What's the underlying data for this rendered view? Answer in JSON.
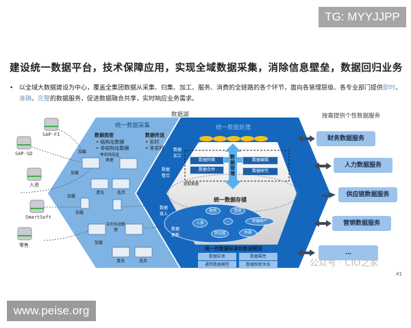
{
  "watermark_top": "TG: MYYJJPP",
  "watermark_bottom": "www.peise.org",
  "watermark_wechat": "公众号 · CIO之家",
  "page_number": "41",
  "title": "建设统一数据平台，技术保障应用，实现全域数据采集，消除信息壁垒，数据回归业务",
  "description": {
    "bullet": "•",
    "part1": "以全域大数据建设为中心，覆盖全集团数据从采集、归集、加工、服务、消费的全链路的各个环节，面向各管理层级、各专业部门提供",
    "hl1": "即时",
    "sep1": "、",
    "hl2": "准确",
    "sep2": "、",
    "hl3": "完整",
    "part2": "的数据服务，促进数据融合共享，实时响应业务需求。"
  },
  "colors": {
    "light_hex": "#7fb3e3",
    "dark_hex": "#1467bd",
    "service_box": "#9cc3ec"
  },
  "diagram": {
    "lake_label": "数据湖",
    "sources": [
      "SAP-FI",
      "SAP-SD",
      "人资",
      "SmartSoft",
      "零售"
    ],
    "collect": {
      "title": "统一数据采集",
      "types_title": "数据类型",
      "types": [
        "结构化数据",
        "非结构化数据"
      ],
      "trans_title": "数据传送",
      "trans": [
        "实时",
        "非实时"
      ],
      "load": "加载",
      "non_realtime": "非实时传送数据",
      "realtime": "实时传送数据",
      "clean": "清洗",
      "discard": "丢弃"
    },
    "process": {
      "title": "统一数据处理",
      "side": [
        "数据加工",
        "数据整合",
        "数据接入",
        "数据更新"
      ],
      "left_boxes": [
        "数据转换",
        "数据合并"
      ],
      "right_boxes": [
        "数据编辑",
        "数据研究"
      ],
      "mgmt": "数据管理",
      "extract": "提取数据"
    },
    "storage": {
      "title": "统一数据存储",
      "items": [
        "财务",
        "营销",
        "人资",
        "…",
        "终端用户",
        "供应链",
        "外部"
      ]
    },
    "standard": {
      "title": "统一的数据标准和数据模型",
      "boxes": [
        "数据实体",
        "数据属性",
        "通用数据模型",
        "数据映射关系"
      ]
    },
    "services": {
      "title": "按需提供个性数据服务",
      "items": [
        "财务数据服务",
        "人力数据服务",
        "供应链数据服务",
        "营销数据服务",
        "…"
      ]
    }
  }
}
